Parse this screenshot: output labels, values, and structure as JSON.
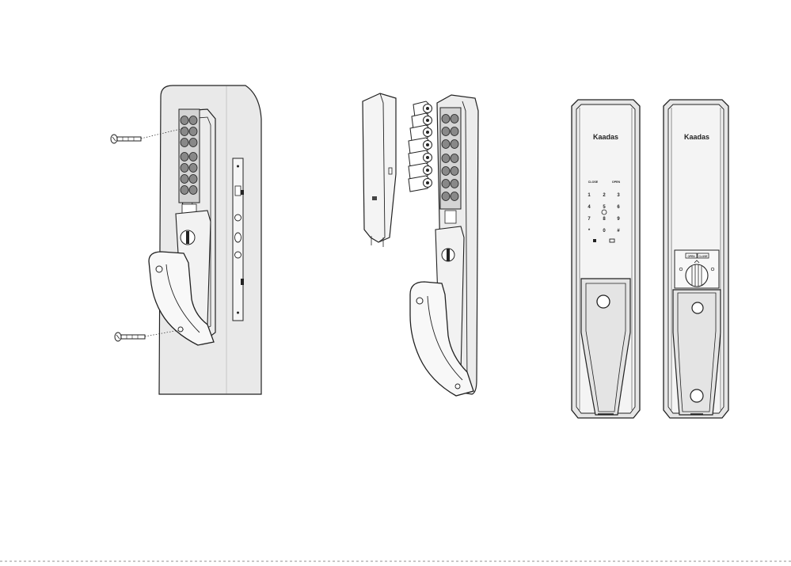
{
  "panels": {
    "front": {
      "brand": "Kaadas",
      "key_close": "CLOSE",
      "key_open": "OPEN",
      "keys": [
        "1",
        "2",
        "3",
        "4",
        "5",
        "6",
        "7",
        "8",
        "9",
        "*",
        "0",
        "#"
      ]
    },
    "back": {
      "brand": "Kaadas",
      "knob_label_left": "OPEN",
      "knob_label_right": "CLOSE"
    }
  },
  "colors": {
    "line": "#222222",
    "panel_fill": "#e6e6e6",
    "door_fill": "#e9e9e9",
    "inner_fill": "#f4f4f4"
  }
}
